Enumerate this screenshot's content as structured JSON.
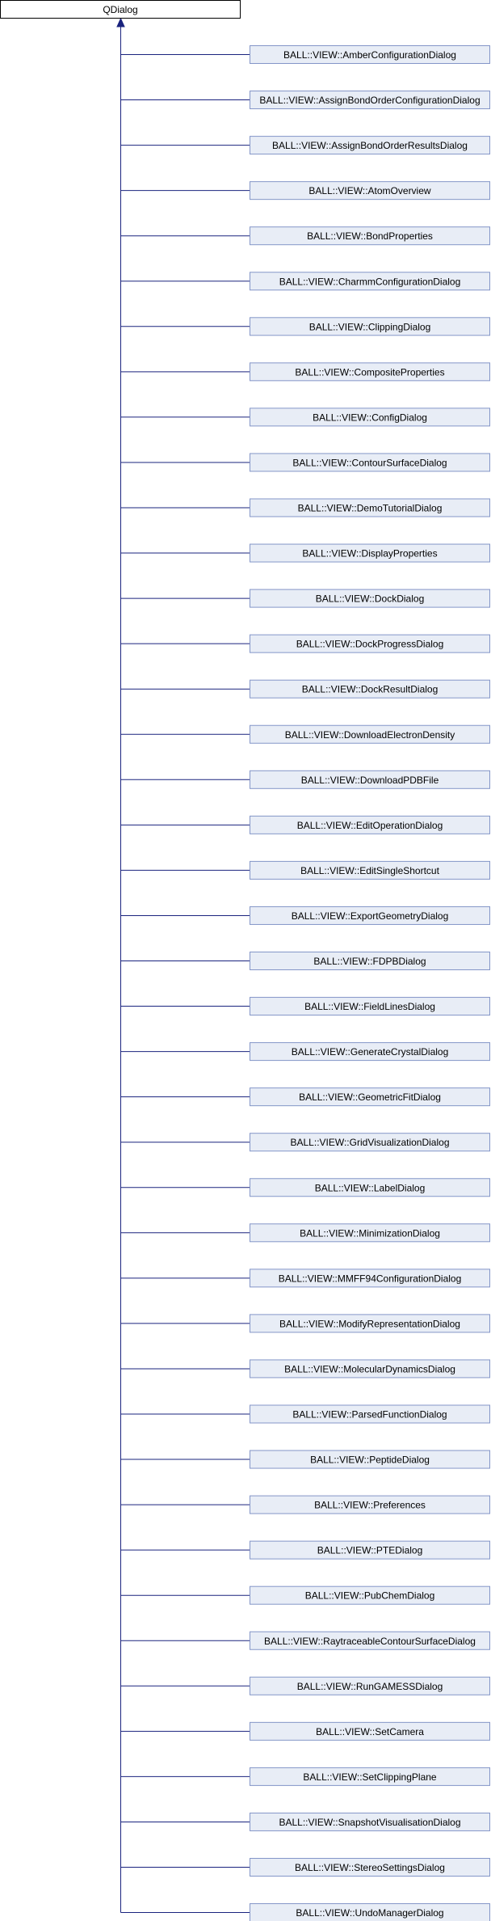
{
  "root": {
    "label": "QDialog"
  },
  "children": [
    "BALL::VIEW::AmberConfigurationDialog",
    "BALL::VIEW::AssignBondOrderConfigurationDialog",
    "BALL::VIEW::AssignBondOrderResultsDialog",
    "BALL::VIEW::AtomOverview",
    "BALL::VIEW::BondProperties",
    "BALL::VIEW::CharmmConfigurationDialog",
    "BALL::VIEW::ClippingDialog",
    "BALL::VIEW::CompositeProperties",
    "BALL::VIEW::ConfigDialog",
    "BALL::VIEW::ContourSurfaceDialog",
    "BALL::VIEW::DemoTutorialDialog",
    "BALL::VIEW::DisplayProperties",
    "BALL::VIEW::DockDialog",
    "BALL::VIEW::DockProgressDialog",
    "BALL::VIEW::DockResultDialog",
    "BALL::VIEW::DownloadElectronDensity",
    "BALL::VIEW::DownloadPDBFile",
    "BALL::VIEW::EditOperationDialog",
    "BALL::VIEW::EditSingleShortcut",
    "BALL::VIEW::ExportGeometryDialog",
    "BALL::VIEW::FDPBDialog",
    "BALL::VIEW::FieldLinesDialog",
    "BALL::VIEW::GenerateCrystalDialog",
    "BALL::VIEW::GeometricFitDialog",
    "BALL::VIEW::GridVisualizationDialog",
    "BALL::VIEW::LabelDialog",
    "BALL::VIEW::MinimizationDialog",
    "BALL::VIEW::MMFF94ConfigurationDialog",
    "BALL::VIEW::ModifyRepresentationDialog",
    "BALL::VIEW::MolecularDynamicsDialog",
    "BALL::VIEW::ParsedFunctionDialog",
    "BALL::VIEW::PeptideDialog",
    "BALL::VIEW::Preferences",
    "BALL::VIEW::PTEDialog",
    "BALL::VIEW::PubChemDialog",
    "BALL::VIEW::RaytraceableContourSurfaceDialog",
    "BALL::VIEW::RunGAMESSDialog",
    "BALL::VIEW::SetCamera",
    "BALL::VIEW::SetClippingPlane",
    "BALL::VIEW::SnapshotVisualisationDialog",
    "BALL::VIEW::StereoSettingsDialog",
    "BALL::VIEW::UndoManagerDialog"
  ],
  "colors": {
    "node_fill": "#e8edf6",
    "node_stroke": "#8496c8",
    "root_fill": "#ffffff",
    "root_stroke": "#000000",
    "edge": "#1a237e"
  }
}
